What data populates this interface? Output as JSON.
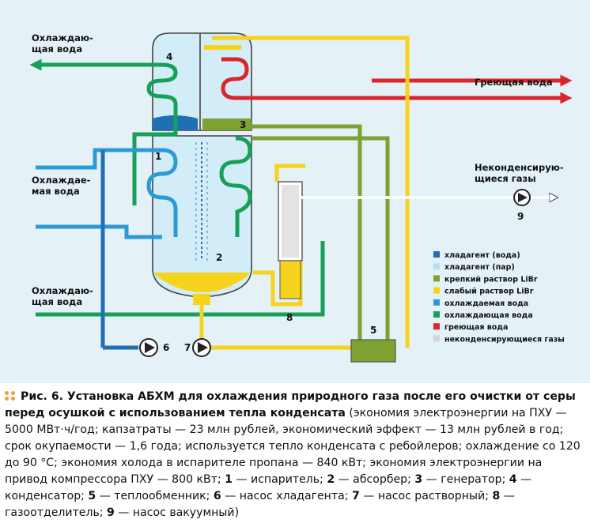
{
  "diagram": {
    "labels": {
      "cooling_water_out": [
        "Охлаждаю-",
        "щая вода"
      ],
      "chilled_water": [
        "Охлаждае-",
        "мая вода"
      ],
      "cooling_water_in": [
        "Охлаждаю-",
        "щая вода"
      ],
      "heating_water": "Греющая вода",
      "noncond_gases": [
        "Неконденсирую-",
        "щиеся газы"
      ]
    },
    "numbers": {
      "n1": "1",
      "n2": "2",
      "n3": "3",
      "n4": "4",
      "n5": "5",
      "n6": "6",
      "n7": "7",
      "n8": "8",
      "n9": "9"
    },
    "legend": [
      {
        "label": "хладагент (вода)",
        "color": "#1f6fb5"
      },
      {
        "label": "хладагент (пар)",
        "color": "#b9dff2"
      },
      {
        "label": "крепкий раствор LiBr",
        "color": "#7ea232"
      },
      {
        "label": "слабый раствор LiBr",
        "color": "#f6d31c"
      },
      {
        "label": "охлаждаемая вода",
        "color": "#2c9ad6"
      },
      {
        "label": "охлаждающая вода",
        "color": "#17a05a"
      },
      {
        "label": "греющая вода",
        "color": "#d8262a"
      },
      {
        "label": "неконденсирующиеся газы",
        "color": "#d4d6d8"
      }
    ]
  },
  "caption": {
    "prefix": "Рис. 6.",
    "title": " Установка АБХМ для охлаждения природного газа после его очистки от серы перед осушкой с использованием тепла конденсата",
    "body": " (экономия электроэнергии на ПХУ — 5000 МВт·ч/год; капзатраты — 23 млн рублей, экономический эффект — 13 млн рублей в год; срок окупаемости — 1,6 года; используется тепло конденсата с ребойлеров; охлаждение со 120 до 90 °С; экономия холода в испарителе пропана — 840 кВт; экономия электроэнергии на привод компрессора ПХУ — 800 кВт; ",
    "items": [
      {
        "n": "1",
        "t": " — испаритель; "
      },
      {
        "n": "2",
        "t": " — абсорбер; "
      },
      {
        "n": "3",
        "t": " — генератор; "
      },
      {
        "n": "4",
        "t": " — конденсатор; "
      },
      {
        "n": "5",
        "t": " — теплообменник; "
      },
      {
        "n": "6",
        "t": " — насос хладагента; "
      },
      {
        "n": "7",
        "t": " — насос растворный; "
      },
      {
        "n": "8",
        "t": " — газоотделитель; "
      },
      {
        "n": "9",
        "t": " — насос вакуумный)"
      }
    ]
  }
}
